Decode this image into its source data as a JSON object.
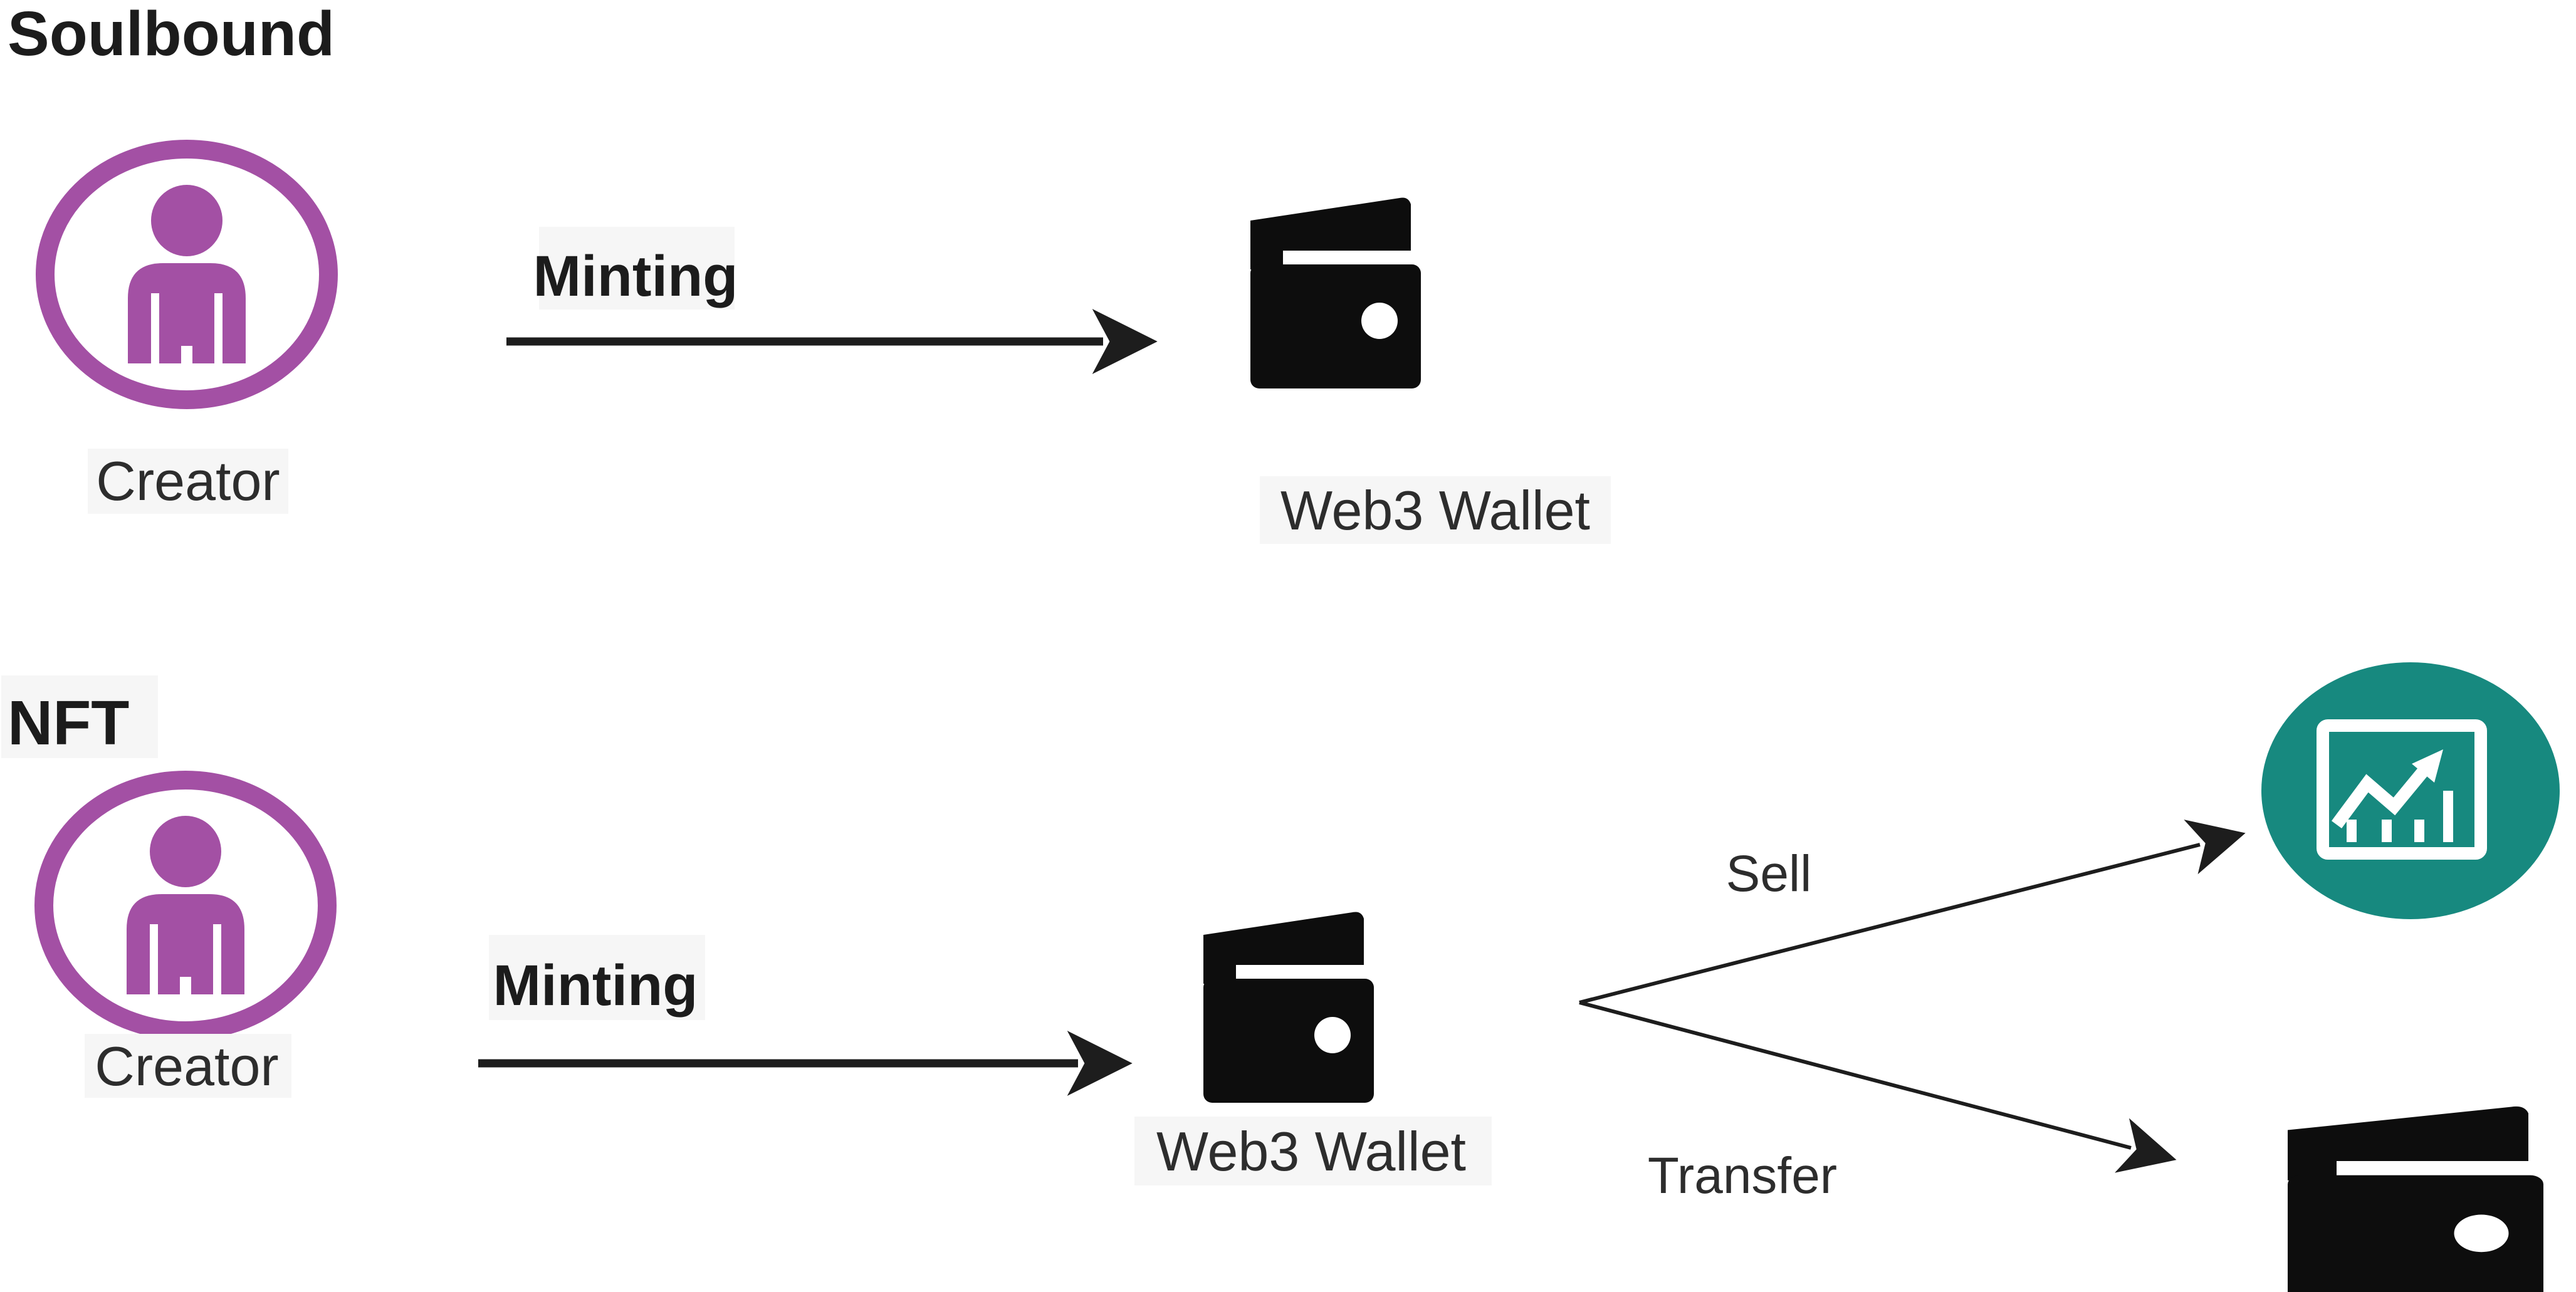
{
  "diagram": {
    "background": "#ffffff",
    "sections": {
      "soulbound": {
        "title": "Soulbound",
        "creator": {
          "label": "Creator",
          "icon": "person-circle-icon"
        },
        "mint_arrow": {
          "label": "Minting",
          "direction": "right"
        },
        "wallet": {
          "label": "Web3 Wallet",
          "icon": "wallet-icon"
        }
      },
      "nft": {
        "title": "NFT",
        "creator": {
          "label": "Creator",
          "icon": "person-circle-icon"
        },
        "mint_arrow": {
          "label": "Minting",
          "direction": "right"
        },
        "wallet": {
          "label": "Web3 Wallet",
          "icon": "wallet-icon"
        },
        "sell_arrow": {
          "label": "Sell",
          "target_icon": "marketplace-chart-icon"
        },
        "transfer_arrow": {
          "label": "Transfer",
          "target_icon": "wallet-icon"
        }
      }
    },
    "colors": {
      "creator_purple": "#a350a4",
      "marketplace_teal": "#17897f",
      "wallet_black": "#0d0d0d",
      "arrow_black": "#1d1d1d",
      "title_text": "#1c1c1c",
      "label_text": "#2d2d2d",
      "label_background": "#f6f6f6"
    }
  }
}
